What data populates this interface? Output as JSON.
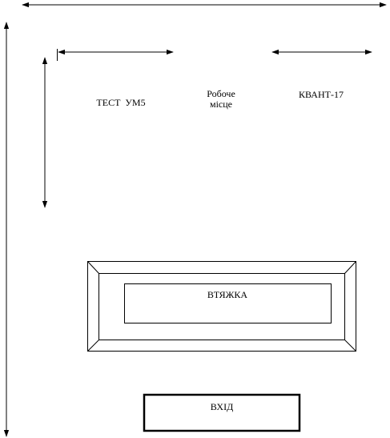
{
  "labels": {
    "test_um5": "ТЕСТ  УМ5",
    "workplace_line1": "Робоче",
    "workplace_line2": "місце",
    "kvant17": "КВАНТ-17",
    "fume_hood": "ВТЯЖКА",
    "entrance": "ВХІД"
  },
  "colors": {
    "stroke": "#000000",
    "background": "#ffffff"
  }
}
